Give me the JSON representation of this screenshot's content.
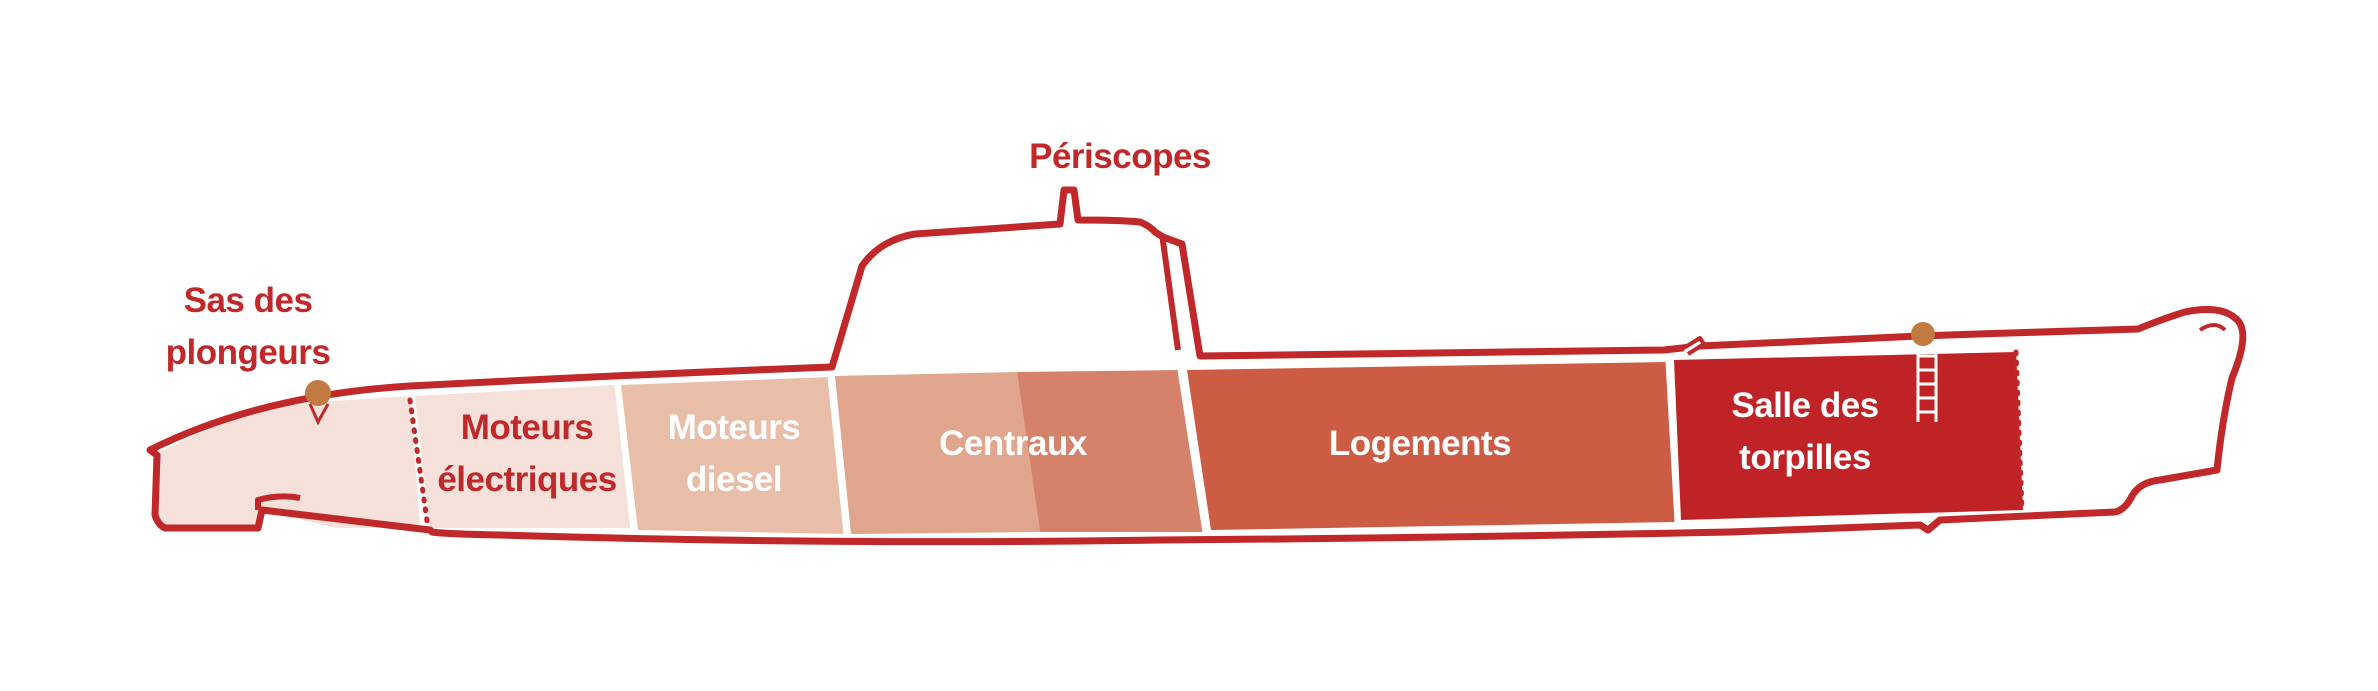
{
  "diagram": {
    "colors": {
      "outline": "#c0282a",
      "moteurs_electriques": "#f5e1da",
      "moteurs_diesel": "#e9bea9",
      "centraux_left": "#e0a68d",
      "centraux_right": "#d4826a",
      "logements": "#cd5c44",
      "torpilles": "#bf2326",
      "stern": "#f5e1da",
      "hatch": "#c07a42"
    },
    "labels": {
      "periscopes": "Périscopes",
      "sas": "Sas des\nplongeurs",
      "moteurs_electriques": "Moteurs\nélectriques",
      "moteurs_diesel": "Moteurs\ndiesel",
      "centraux": "Centraux",
      "logements": "Logements",
      "torpilles": "Salle des\ntorpilles"
    }
  }
}
